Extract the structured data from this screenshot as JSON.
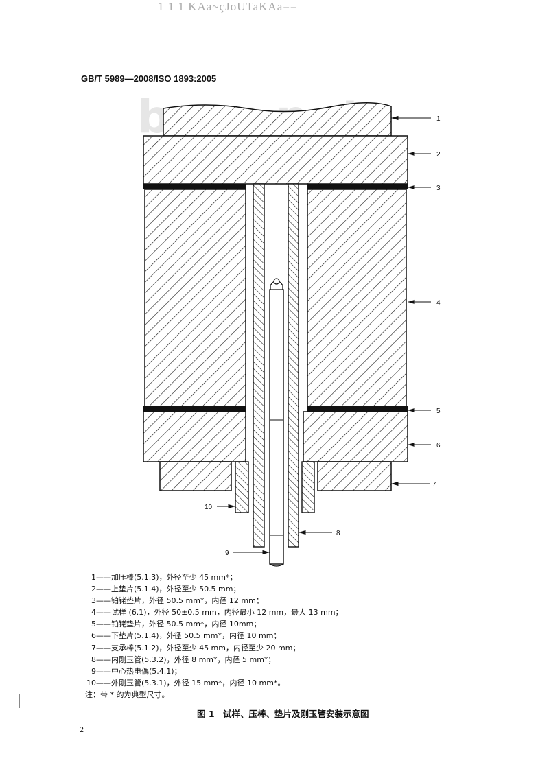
{
  "header": {
    "top_text": "1 1 1 KAa~çJoUTaKAa==",
    "standard_code": "GB/T 5989—2008/ISO 1893:2005",
    "watermark": "bzxz.net"
  },
  "figure": {
    "callouts": [
      "1",
      "2",
      "3",
      "4",
      "5",
      "6",
      "7",
      "8",
      "9",
      "10"
    ],
    "legend": [
      {
        "num": "1",
        "text": "——加压棒(5.1.3)，外径至少 45 mm*；"
      },
      {
        "num": "2",
        "text": "——上垫片(5.1.4)，外径至少 50.5 mm；"
      },
      {
        "num": "3",
        "text": "——铂铑垫片，外径 50.5 mm*，内径 12 mm；"
      },
      {
        "num": "4",
        "text": "——试样 (6.1)，外径 50±0.5 mm，内径最小 12 mm，最大 13 mm；"
      },
      {
        "num": "5",
        "text": "——铂铑垫片，外径 50.5 mm*，内径 10mm；"
      },
      {
        "num": "6",
        "text": "——下垫片(5.1.4)，外径 50.5 mm*，内径 10 mm；"
      },
      {
        "num": "7",
        "text": "——支承棒(5.1.2)，外径至少 45 mm，内径至少 20 mm；"
      },
      {
        "num": "8",
        "text": "——内刚玉管(5.3.2)，外径 8 mm*，内径 5 mm*；"
      },
      {
        "num": "9",
        "text": "——中心热电偶(5.4.1)；"
      },
      {
        "num": "10",
        "text": "——外刚玉管(5.3.1)，外径 15 mm*，内径 10 mm*。"
      }
    ],
    "note": "注：带 * 的为典型尺寸。",
    "caption": "图 1　试样、压棒、垫片及刚玉管安装示意图"
  },
  "page_number": "2",
  "colors": {
    "ink": "#111111",
    "watermark": "#e6e6e6"
  }
}
